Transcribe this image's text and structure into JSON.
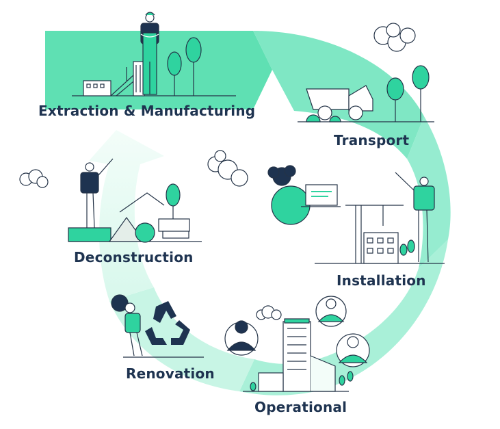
{
  "stages": {
    "extraction": "Extraction & Manufacturing",
    "transport": "Transport",
    "installation": "Installation",
    "operational": "Operational",
    "renovation": "Renovation",
    "deconstruction": "Deconstruction"
  },
  "colors": {
    "band_dark": "#5fe0b3",
    "band_mid": "#8eeacb",
    "band_light": "#c4f5e2",
    "band_pale": "#e6fbf2",
    "accent": "#2fd39f",
    "ink": "#1e3350",
    "line": "#243347"
  },
  "icons": [
    "worker-icon",
    "factory-icon",
    "tree-icon",
    "cloud-icon",
    "dump-truck-icon",
    "crane-icon",
    "excavator-icon",
    "laptop-icon",
    "person-avatar-icon",
    "recycle-icon",
    "office-tower-icon"
  ]
}
